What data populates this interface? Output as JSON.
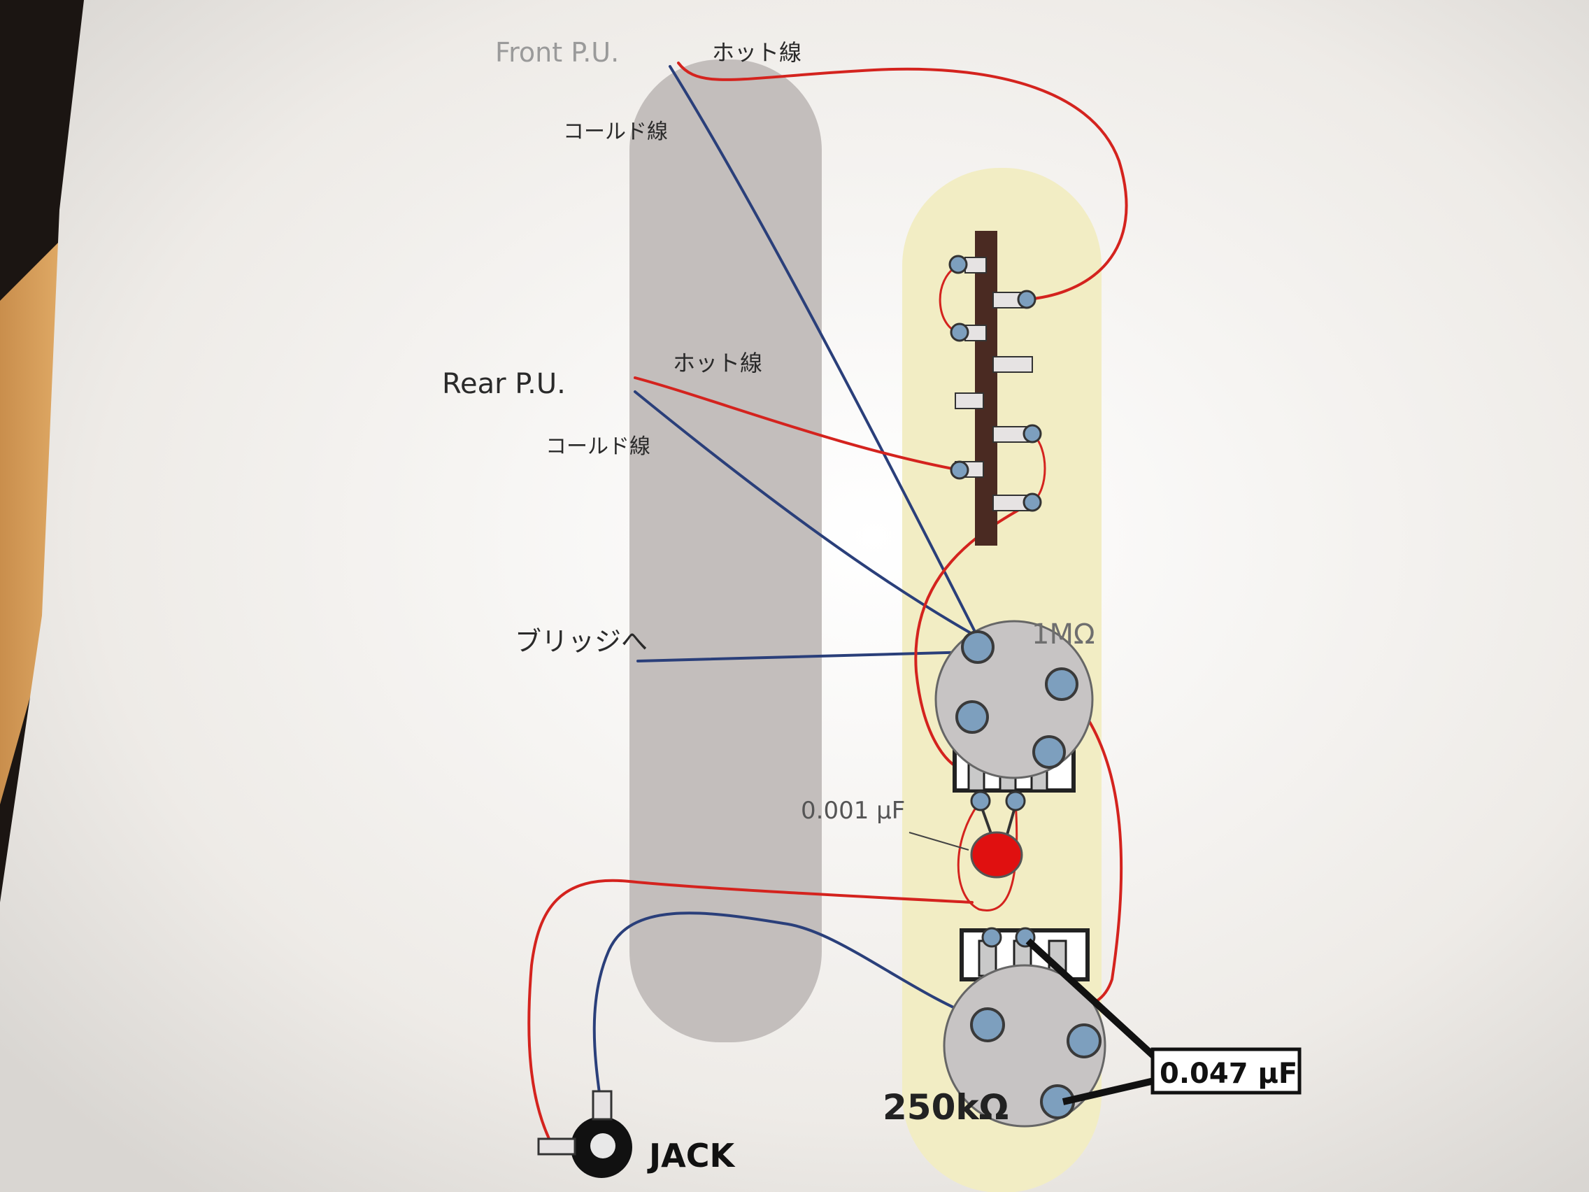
{
  "diagram": {
    "labels": {
      "front_pu": "Front P.U.",
      "front_hot": "ホット線",
      "front_cold": "コールド線",
      "rear_pu": "Rear P.U.",
      "rear_hot": "ホット線",
      "rear_cold": "コールド線",
      "to_bridge": "ブリッジへ",
      "pot_1m": "1MΩ",
      "cap_small": "0.001 μF",
      "cap_large": "0.047 μF",
      "pot_250k": "250kΩ",
      "jack": "JACK"
    },
    "colors": {
      "paper": "#f3f1ee",
      "neck_band": "#c3bebc",
      "control_band": "#f2edc4",
      "hot_wire": "#d4231e",
      "cold_wire": "#2a3f7a",
      "pot_body": "#c7c4c4",
      "lug": "#7d9fbe",
      "switch_bar": "#4a2a22",
      "capacitor_small": "#e01010"
    }
  }
}
